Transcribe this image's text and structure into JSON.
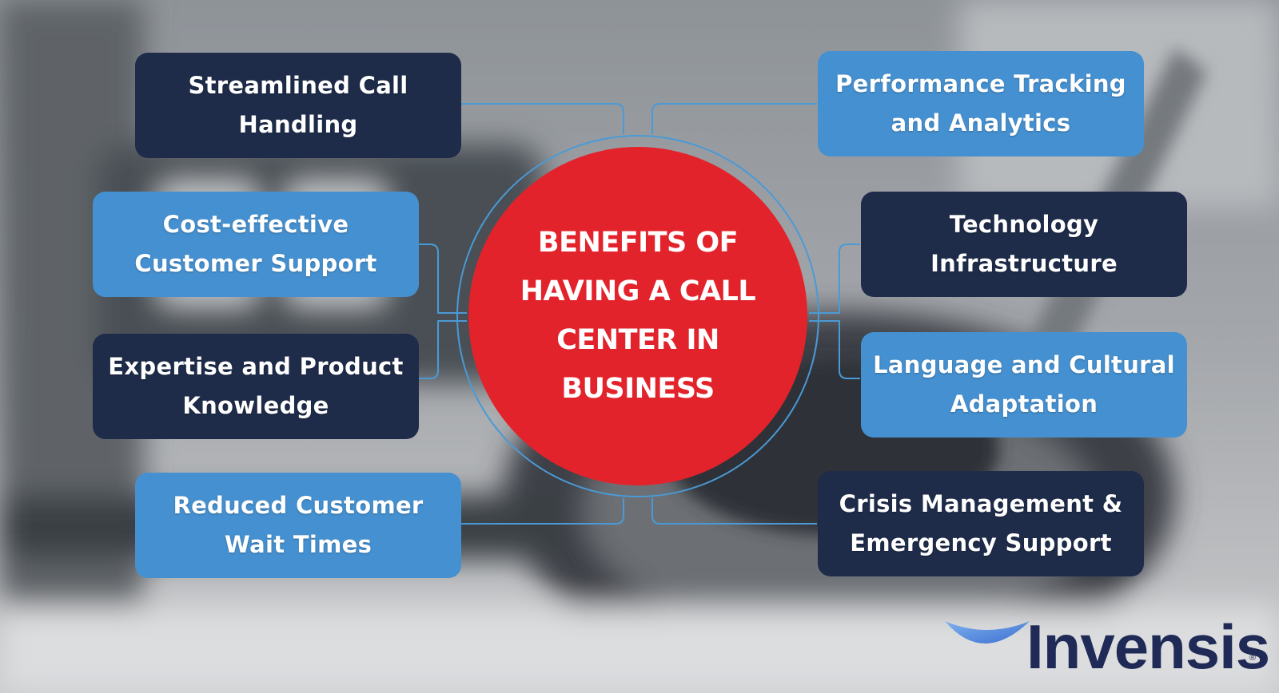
{
  "center": {
    "title": "BENEFITS OF HAVING A CALL CENTER IN BUSINESS"
  },
  "benefits": [
    {
      "label": "Streamlined Call Handling",
      "variant": "dark"
    },
    {
      "label": "Cost-effective Customer Support",
      "variant": "light"
    },
    {
      "label": "Expertise and Product Knowledge",
      "variant": "dark"
    },
    {
      "label": "Reduced Customer Wait Times",
      "variant": "light"
    },
    {
      "label": "Performance Tracking and Analytics",
      "variant": "light"
    },
    {
      "label": "Technology Infrastructure",
      "variant": "dark"
    },
    {
      "label": "Language and Cultural Adaptation",
      "variant": "light"
    },
    {
      "label": "Crisis Management & Emergency Support",
      "variant": "dark"
    }
  ],
  "logo": {
    "text": "Invensis",
    "registered": "®"
  },
  "colors": {
    "dark_box": "#1e2c4a",
    "light_box": "#4590d0",
    "center_circle": "#e3232b",
    "connector": "#4a9ad6",
    "logo_text": "#1f2a56"
  }
}
